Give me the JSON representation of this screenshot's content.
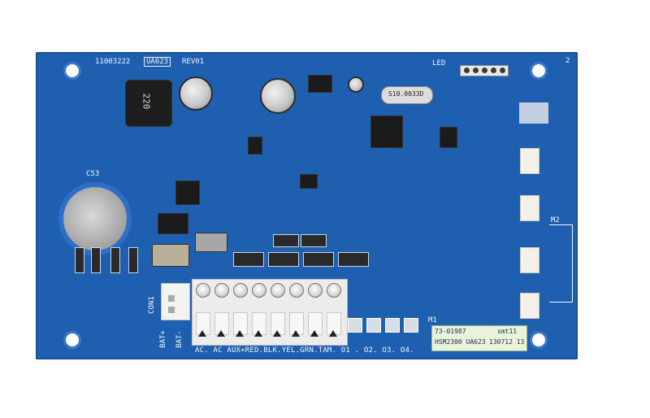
{
  "board": {
    "part_number": "11003222",
    "model_box": "UA623",
    "revision": "REV01",
    "led_label": "LED",
    "corner_number": "2",
    "cap_label": "C53",
    "inductor_value": "220",
    "crystal_marking": "S10.0033D",
    "connector_label": "CON1",
    "bat_plus": "BAT+",
    "bat_minus": "BAT-",
    "terminal_labels": "AC. AC AUX+RED.BLK.YEL.GRN.TAM. O1 . O2. O3. O4.",
    "relay_label": "M2",
    "m1_label": "M1",
    "sticker_line1": "73-01987",
    "sticker_line2": "HSM2300 UA623",
    "sticker_extra": "smt11",
    "sticker_date": "130712 13"
  },
  "colors": {
    "pcb": "#1f5fb0",
    "silkscreen": "#f2f6ff",
    "background": "#ffffff"
  }
}
